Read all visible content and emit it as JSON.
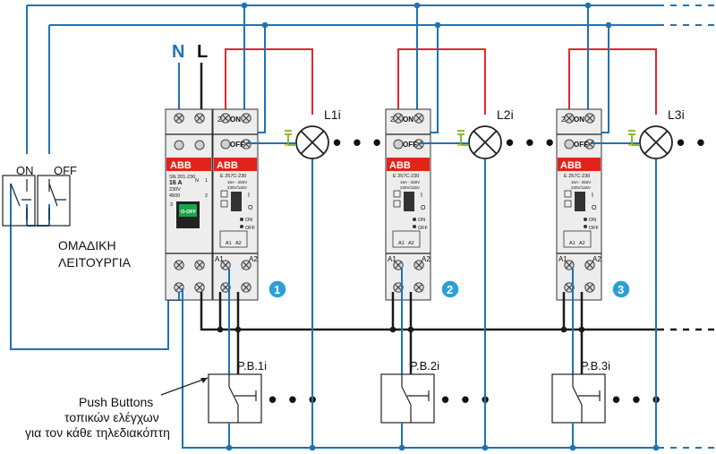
{
  "supply": {
    "neutral": "N",
    "line": "L"
  },
  "group_switches": {
    "on_label": "ON",
    "off_label": "OFF",
    "caption_line1": "ΟΜΑΔΙΚΗ",
    "caption_line2": "ΛΕΙΤΟΥΡΓΙΑ"
  },
  "breaker": {
    "brand": "ABB",
    "model": "SN 201-230",
    "rating": "16 A",
    "voltage": "230V",
    "breaking": "4500",
    "class": "3",
    "handle": "O-OFF",
    "pole_n": "N",
    "pole_1": "1",
    "pole_2": "2"
  },
  "relay": {
    "brand": "ABB",
    "model": "E 257C-230",
    "spec": "16A - 250V",
    "coil": "230V/115V",
    "term_2": "2",
    "term_on": "ON",
    "term_off": "OFF",
    "state_i": "I",
    "state_o": "O",
    "ind_on": "ON",
    "ind_off": "OFF",
    "a1": "A1",
    "a2": "A2"
  },
  "units": [
    {
      "number": "1",
      "lamp": "L1i",
      "push_button": "P.B.1i"
    },
    {
      "number": "2",
      "lamp": "L2i",
      "push_button": "P.B.2i"
    },
    {
      "number": "3",
      "lamp": "L3i",
      "push_button": "P.B.3i"
    }
  ],
  "continuation": "• • •",
  "annotation": {
    "line1": "Push Buttons",
    "line2": "τοπικών ελέγχων",
    "line3": "για τον κάθε τηλεδιακόπτη"
  },
  "colors": {
    "wire_blue": "#1d73b8",
    "wire_red": "#e0282e",
    "badge": "#2a9fd8",
    "abb_red": "#e2231a"
  }
}
